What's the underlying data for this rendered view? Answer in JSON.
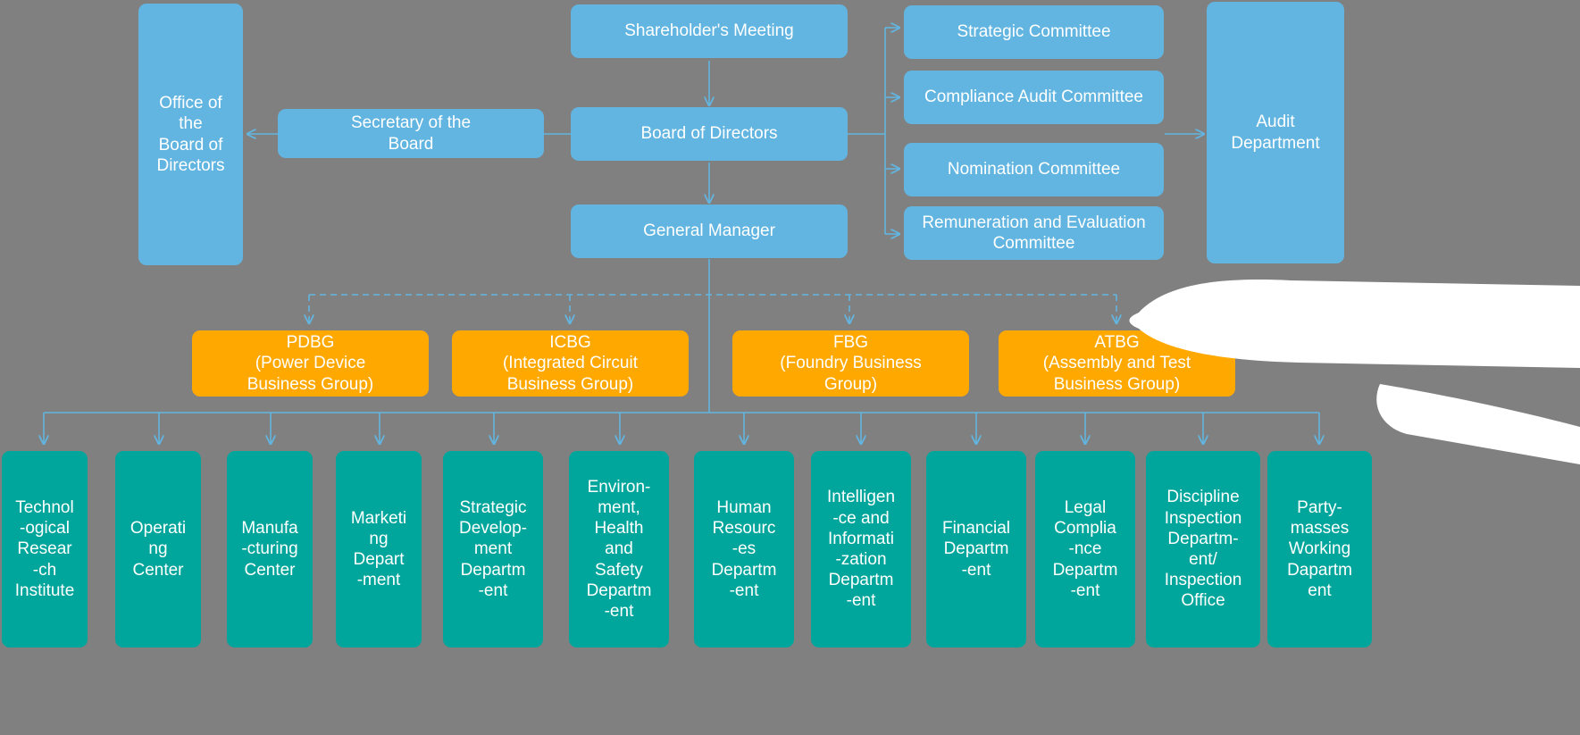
{
  "diagram": {
    "title": "Corporate Organizational Structure Chart",
    "background_color": "#808080",
    "colors": {
      "governance_blue": "#62B5E0",
      "business_group_orange": "#FFA900",
      "department_teal": "#00A69C",
      "connector_blue": "#62B5E0",
      "text_white": "#FFFFFF"
    }
  },
  "governance": {
    "shareholders_meeting": "Shareholder's Meeting",
    "board_of_directors": "Board of Directors",
    "general_manager": "General Manager",
    "secretary_of_the_board": "Secretary of the\nBoard",
    "office_of_the_board": "Office of\nthe\nBoard of\nDirectors",
    "audit_department": "Audit\nDepartment"
  },
  "committees": [
    {
      "label": "Strategic Committee"
    },
    {
      "label": "Compliance Audit Committee"
    },
    {
      "label": "Nomination Committee"
    },
    {
      "label": "Remuneration and Evaluation\nCommittee"
    }
  ],
  "business_groups": [
    {
      "abbr": "PDBG",
      "full": "PDBG\n(Power Device\nBusiness Group)"
    },
    {
      "abbr": "ICBG",
      "full": "ICBG\n(Integrated Circuit\nBusiness Group)"
    },
    {
      "abbr": "FBG",
      "full": "FBG\n(Foundry Business\nGroup)"
    },
    {
      "abbr": "ATBG",
      "full": "ATBG\n(Assembly and Test\nBusiness Group)"
    }
  ],
  "departments": [
    {
      "label": "Technol\n-ogical\nResear\n-ch\nInstitute"
    },
    {
      "label": "Operati\nng\nCenter"
    },
    {
      "label": "Manufa\n-cturing\nCenter"
    },
    {
      "label": "Marketi\nng\nDepart\n-ment"
    },
    {
      "label": "Strategic\nDevelop-\nment\nDepartm\n-ent"
    },
    {
      "label": "Environ-\nment,\nHealth\nand\nSafety\nDepartm\n-ent"
    },
    {
      "label": "Human\nResourc\n-es\nDepartm\n-ent"
    },
    {
      "label": "Intelligen\n-ce and\nInformati\n-zation\nDepartm\n-ent"
    },
    {
      "label": "Financial\nDepartm\n-ent"
    },
    {
      "label": "Legal\nComplia\n-nce\nDepartm\n-ent"
    },
    {
      "label": "Discipline\nInspection\nDepartm-\nent/\nInspection\nOffice"
    },
    {
      "label": "Party-\nmasses\nWorking\nDapartm\nent"
    }
  ],
  "overlay": {
    "pointer_shape": "white-hand-cursor-overlay"
  }
}
